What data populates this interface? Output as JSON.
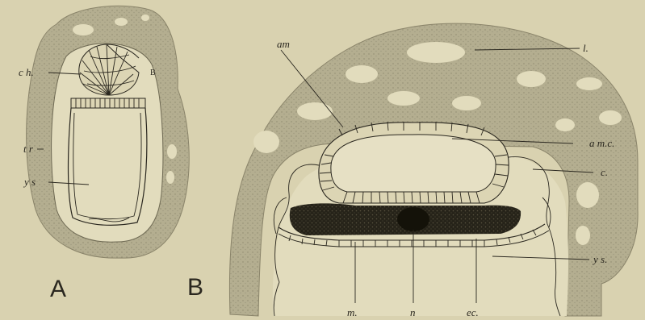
{
  "figure": {
    "colors": {
      "background": "#d9d2b0",
      "tissue": "#b4ae90",
      "line": "#2a271f",
      "dark_mass": "#262319",
      "cavity": "#e2dcbd"
    },
    "panel_a": {
      "letter": "A",
      "labels": {
        "ch": "c h.",
        "B": "B",
        "tr": "t r",
        "ys": "y s"
      }
    },
    "panel_b": {
      "letter": "B",
      "labels": {
        "am": "am",
        "l": "l.",
        "amc": "a m.c.",
        "c": "c.",
        "ys": "y s.",
        "m": "m.",
        "n": "n",
        "ec": "ec."
      }
    }
  }
}
